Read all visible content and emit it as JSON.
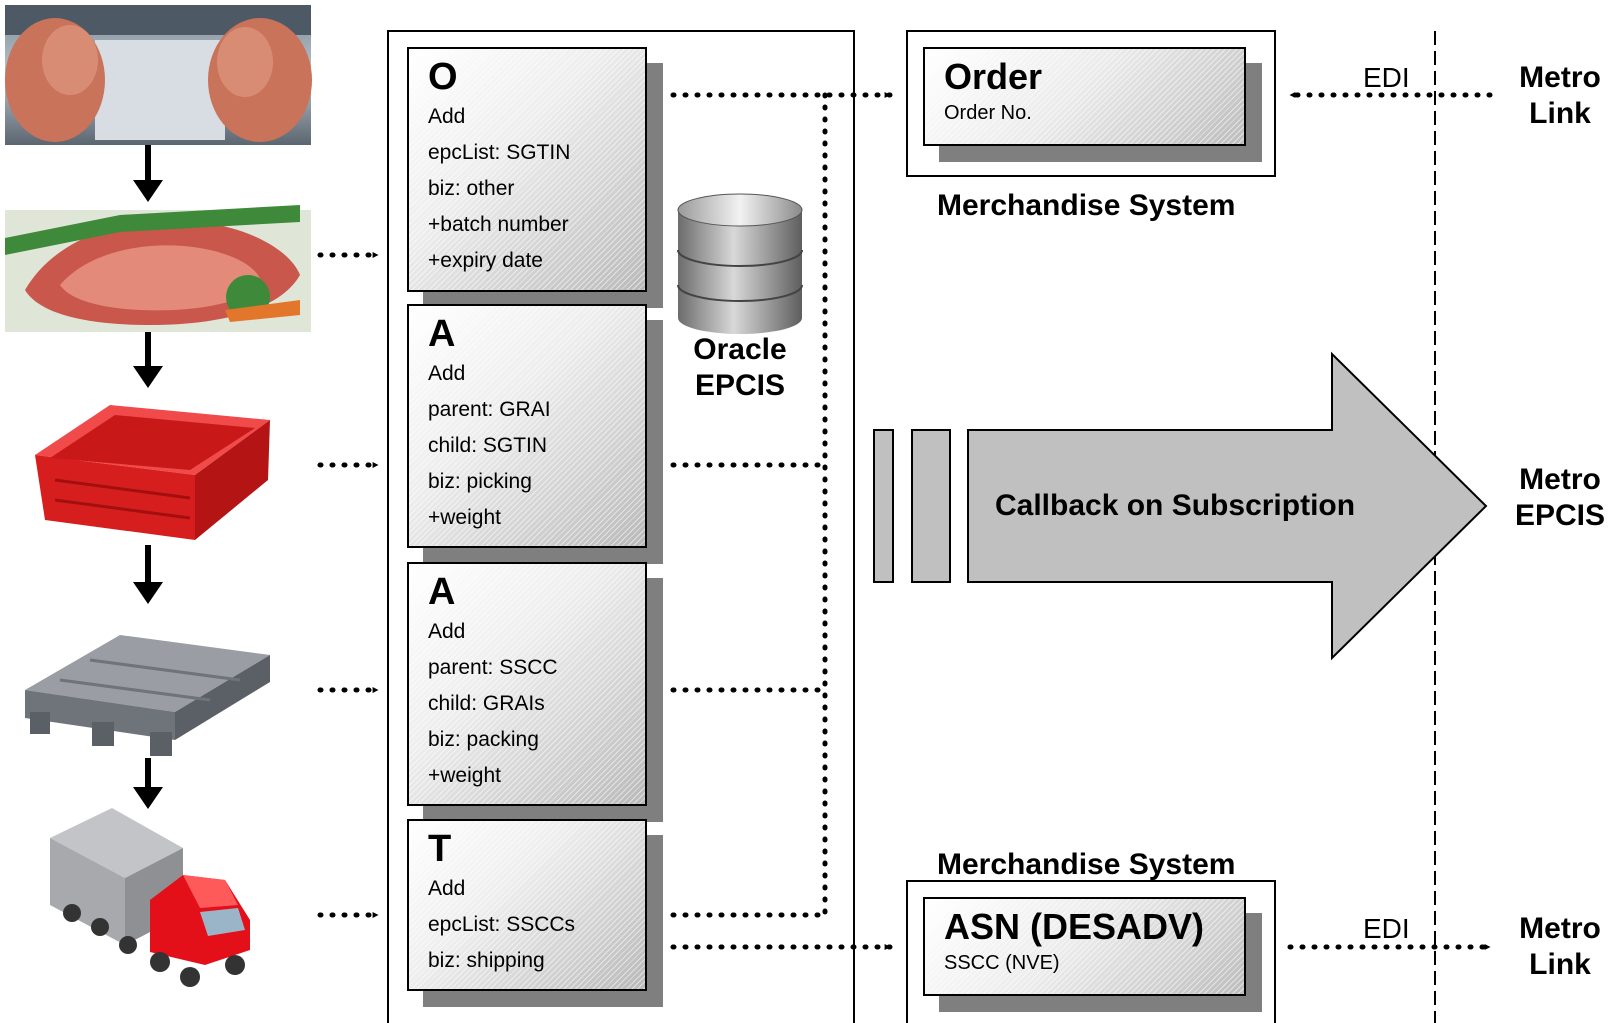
{
  "events": [
    {
      "letter": "O",
      "lines": [
        "Add",
        "epcList: SGTIN",
        "biz: other",
        "+batch number",
        "+expiry date"
      ]
    },
    {
      "letter": "A",
      "lines": [
        "Add",
        "parent: GRAI",
        "child: SGTIN",
        "biz: picking",
        "+weight"
      ]
    },
    {
      "letter": "A",
      "lines": [
        "Add",
        "parent: SSCC",
        "child: GRAIs",
        "biz: packing",
        "+weight"
      ]
    },
    {
      "letter": "T",
      "lines": [
        "Add",
        "epcList: SSCCs",
        "biz: shipping"
      ]
    }
  ],
  "database": {
    "label_line1": "Oracle",
    "label_line2": "EPCIS"
  },
  "order_box": {
    "title": "Order",
    "subtitle": "Order No."
  },
  "asn_box": {
    "title": "ASN (DESADV)",
    "subtitle": "SSCC (NVE)"
  },
  "merchandise_system_top": "Merchandise System",
  "merchandise_system_bottom": "Merchandise System",
  "edi_top": "EDI",
  "edi_bottom": "EDI",
  "callback_label": "Callback on Subscription",
  "external": {
    "metro_link_top": {
      "line1": "Metro",
      "line2": "Link"
    },
    "metro_epcis": {
      "line1": "Metro",
      "line2": "EPCIS"
    },
    "metro_link_bottom": {
      "line1": "Metro",
      "line2": "Link"
    }
  },
  "colors": {
    "meat_product": "#c8735a",
    "crate_red": "#e02020",
    "pallet_gray": "#7d8088",
    "truck_cab_red": "#e3101a",
    "truck_box_gray": "#a7a9ad",
    "arrow_fill": "#c0c0c0",
    "shadow": "#7f7f7f"
  }
}
